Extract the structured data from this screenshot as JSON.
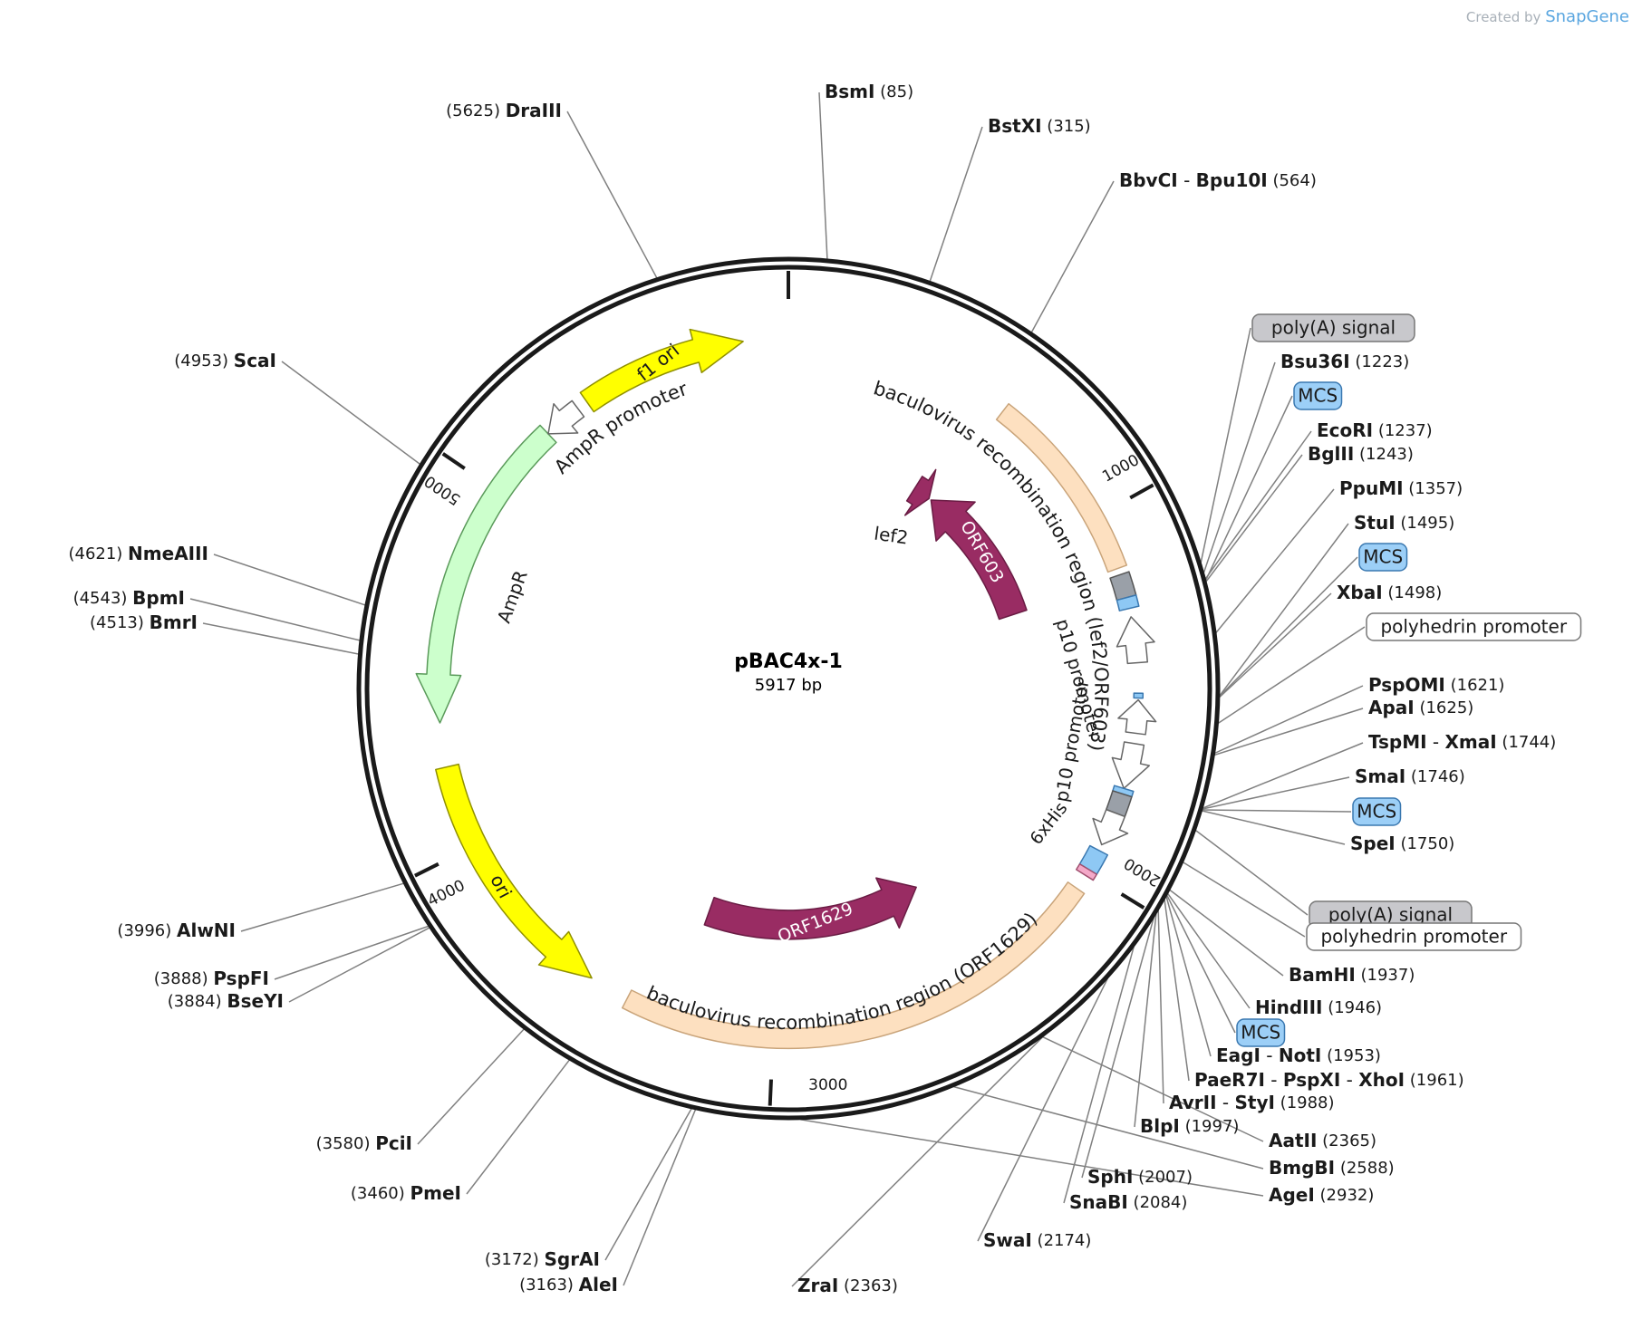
{
  "credit": {
    "prefix": "Created by",
    "brand": "SnapGene"
  },
  "plasmid": {
    "name": "pBAC4x-1",
    "size_label": "5917 bp",
    "length": 5917
  },
  "ticks": [
    {
      "pos": 1000,
      "label": "1000"
    },
    {
      "pos": 2000,
      "label": "2000"
    },
    {
      "pos": 3000,
      "label": "3000"
    },
    {
      "pos": 4000,
      "label": "4000"
    },
    {
      "pos": 5000,
      "label": "5000"
    }
  ],
  "features": [
    {
      "id": "bac-rec-1",
      "label": "baculovirus recombination region (lef2/ORF603)",
      "start": 620,
      "end": 1150,
      "ring": 0.822,
      "width": 22,
      "color": "#fde0c0",
      "stroke": "#c9a47a",
      "arrow": "none"
    },
    {
      "id": "orf603",
      "label": "ORF603",
      "start": 610,
      "end": 1180,
      "ring": 0.555,
      "width": 32,
      "color": "#992c63",
      "stroke": "#6a1c44",
      "arrow": "reverse"
    },
    {
      "id": "lef2",
      "label": "lef2",
      "start": 530,
      "end": 600,
      "ring": 0.555,
      "width": 32,
      "color": "#992c63",
      "stroke": "#6a1c44",
      "arrow": "forward"
    },
    {
      "id": "polyA-1",
      "label": "poly(A) signal",
      "start": 1168,
      "end": 1232,
      "ring": 0.822,
      "width": 22,
      "color": "#9aa0a8",
      "stroke": "#555",
      "arrow": "none"
    },
    {
      "id": "mcs-1",
      "label": "MCS",
      "start": 1232,
      "end": 1262,
      "ring": 0.822,
      "width": 22,
      "color": "#8ec8f4",
      "stroke": "#3a78b0",
      "arrow": "none"
    },
    {
      "id": "p10-1",
      "label": "p10 promoter",
      "start": 1285,
      "end": 1410,
      "ring": 0.822,
      "width": 22,
      "color": "#ffffff",
      "stroke": "#666",
      "arrow": "reverse"
    },
    {
      "id": "mcs-2",
      "label": "MCS",
      "start": 1492,
      "end": 1505,
      "ring": 0.822,
      "width": 10,
      "color": "#8ec8f4",
      "stroke": "#3a78b0",
      "arrow": "none"
    },
    {
      "id": "polh-1",
      "label": "polyhedrin promoter",
      "start": 1510,
      "end": 1600,
      "ring": 0.822,
      "width": 22,
      "color": "#ffffff",
      "stroke": "#666",
      "arrow": "reverse"
    },
    {
      "id": "p10-2",
      "label": "p10 promoter",
      "start": 1628,
      "end": 1752,
      "ring": 0.822,
      "width": 22,
      "color": "#ffffff",
      "stroke": "#666",
      "arrow": "forward"
    },
    {
      "id": "mcs-3",
      "label": "MCS",
      "start": 1752,
      "end": 1767,
      "ring": 0.822,
      "width": 22,
      "color": "#8ec8f4",
      "stroke": "#3a78b0",
      "arrow": "none"
    },
    {
      "id": "polyA-2",
      "label": "poly(A) signal",
      "start": 1767,
      "end": 1822,
      "ring": 0.822,
      "width": 22,
      "color": "#9aa0a8",
      "stroke": "#555",
      "arrow": "none"
    },
    {
      "id": "polh-2",
      "label": "polyhedrin promoter",
      "start": 1822,
      "end": 1915,
      "ring": 0.822,
      "width": 22,
      "color": "#ffffff",
      "stroke": "#666",
      "arrow": "forward"
    },
    {
      "id": "mcs-4",
      "label": "MCS",
      "start": 1932,
      "end": 1990,
      "ring": 0.822,
      "width": 22,
      "color": "#8ec8f4",
      "stroke": "#3a78b0",
      "arrow": "none"
    },
    {
      "id": "his",
      "label": "6xHis",
      "start": 1990,
      "end": 2008,
      "ring": 0.822,
      "width": 22,
      "color": "#f4a8c8",
      "stroke": "#a0506f",
      "arrow": "none"
    },
    {
      "id": "bac-rec-2",
      "label": "baculovirus recombination region (ORF1629)",
      "start": 2050,
      "end": 3410,
      "ring": 0.822,
      "width": 22,
      "color": "#fde0c0",
      "stroke": "#c9a47a",
      "arrow": "none"
    },
    {
      "id": "orf1629",
      "label": "ORF1629",
      "start": 2420,
      "end": 3280,
      "ring": 0.555,
      "width": 32,
      "color": "#992c63",
      "stroke": "#6a1c44",
      "arrow": "reverse"
    },
    {
      "id": "ori",
      "label": "ori",
      "start": 3520,
      "end": 4225,
      "ring": 0.822,
      "width": 26,
      "color": "#ffff00",
      "stroke": "#909000",
      "arrow": "reverse"
    },
    {
      "id": "ampr",
      "label": "AmpR",
      "start": 4345,
      "end": 5205,
      "ring": 0.822,
      "width": 26,
      "color": "#ccffcc",
      "stroke": "#5a9a5a",
      "arrow": "reverse"
    },
    {
      "id": "ampr-prom",
      "label": "AmpR promoter",
      "start": 5205,
      "end": 5310,
      "ring": 0.822,
      "width": 22,
      "color": "#ffffff",
      "stroke": "#666",
      "arrow": "reverse"
    },
    {
      "id": "f1ori",
      "label": "f1 ori",
      "start": 5340,
      "end": 5795,
      "ring": 0.822,
      "width": 26,
      "color": "#ffff00",
      "stroke": "#909000",
      "arrow": "forward"
    }
  ],
  "sites": [
    {
      "id": "s-bsmi",
      "pos": 85,
      "names": [
        "BsmI"
      ],
      "coord": "(85)",
      "side": "R"
    },
    {
      "id": "s-bstxi",
      "pos": 315,
      "names": [
        "BstXI"
      ],
      "coord": "(315)",
      "side": "R"
    },
    {
      "id": "s-bbvci",
      "pos": 564,
      "names": [
        "BbvCI",
        "Bpu10I"
      ],
      "coord": "(564)",
      "side": "R"
    },
    {
      "id": "f-polya-1",
      "pos": 1200,
      "feature": "poly(A) signal",
      "fill": "#c8c8cc",
      "stroke": "#777",
      "side": "R"
    },
    {
      "id": "s-bsu36i",
      "pos": 1223,
      "names": [
        "Bsu36I"
      ],
      "coord": "(1223)",
      "side": "R"
    },
    {
      "id": "f-mcs-1",
      "pos": 1240,
      "feature": "MCS",
      "fill": "#9ccff7",
      "stroke": "#3a78b0",
      "side": "R"
    },
    {
      "id": "s-ecori",
      "pos": 1237,
      "names": [
        "EcoRI"
      ],
      "coord": "(1237)",
      "side": "R"
    },
    {
      "id": "s-bglii",
      "pos": 1243,
      "names": [
        "BglII"
      ],
      "coord": "(1243)",
      "side": "R"
    },
    {
      "id": "s-ppumi",
      "pos": 1357,
      "names": [
        "PpuMI"
      ],
      "coord": "(1357)",
      "side": "R"
    },
    {
      "id": "s-stui",
      "pos": 1495,
      "names": [
        "StuI"
      ],
      "coord": "(1495)",
      "side": "R"
    },
    {
      "id": "f-mcs-2",
      "pos": 1496,
      "feature": "MCS",
      "fill": "#9ccff7",
      "stroke": "#3a78b0",
      "side": "R"
    },
    {
      "id": "s-xbai",
      "pos": 1498,
      "names": [
        "XbaI"
      ],
      "coord": "(1498)",
      "side": "R"
    },
    {
      "id": "f-polh-1",
      "pos": 1555,
      "feature": "polyhedrin promoter",
      "fill": "#ffffff",
      "stroke": "#777",
      "side": "R"
    },
    {
      "id": "s-pspomi",
      "pos": 1621,
      "names": [
        "PspOMI"
      ],
      "coord": "(1621)",
      "side": "R"
    },
    {
      "id": "s-apai",
      "pos": 1625,
      "names": [
        "ApaI"
      ],
      "coord": "(1625)",
      "side": "R"
    },
    {
      "id": "s-tspmi",
      "pos": 1744,
      "names": [
        "TspMI",
        "XmaI"
      ],
      "coord": "(1744)",
      "side": "R"
    },
    {
      "id": "s-smai",
      "pos": 1746,
      "names": [
        "SmaI"
      ],
      "coord": "(1746)",
      "side": "R"
    },
    {
      "id": "f-mcs-3",
      "pos": 1748,
      "feature": "MCS",
      "fill": "#9ccff7",
      "stroke": "#3a78b0",
      "side": "R"
    },
    {
      "id": "s-spei",
      "pos": 1750,
      "names": [
        "SpeI"
      ],
      "coord": "(1750)",
      "side": "R"
    },
    {
      "id": "f-polya-2",
      "pos": 1795,
      "feature": "poly(A) signal",
      "fill": "#c8c8cc",
      "stroke": "#777",
      "side": "R"
    },
    {
      "id": "f-polh-2",
      "pos": 1870,
      "feature": "polyhedrin promoter",
      "fill": "#ffffff",
      "stroke": "#777",
      "side": "R"
    },
    {
      "id": "s-bamhi",
      "pos": 1937,
      "names": [
        "BamHI"
      ],
      "coord": "(1937)",
      "side": "R"
    },
    {
      "id": "s-hindiii",
      "pos": 1946,
      "names": [
        "HindIII"
      ],
      "coord": "(1946)",
      "side": "R"
    },
    {
      "id": "f-mcs-4",
      "pos": 1950,
      "feature": "MCS",
      "fill": "#9ccff7",
      "stroke": "#3a78b0",
      "side": "R"
    },
    {
      "id": "s-eagi",
      "pos": 1953,
      "names": [
        "EagI",
        "NotI"
      ],
      "coord": "(1953)",
      "side": "R"
    },
    {
      "id": "s-paer7i",
      "pos": 1961,
      "names": [
        "PaeR7I",
        "PspXI",
        "XhoI"
      ],
      "coord": "(1961)",
      "side": "R"
    },
    {
      "id": "s-avrii",
      "pos": 1988,
      "names": [
        "AvrII",
        "StyI"
      ],
      "coord": "(1988)",
      "side": "R"
    },
    {
      "id": "s-blpi",
      "pos": 1997,
      "names": [
        "BlpI"
      ],
      "coord": "(1997)",
      "side": "R"
    },
    {
      "id": "s-sphi",
      "pos": 2007,
      "names": [
        "SphI"
      ],
      "coord": "(2007)",
      "side": "R"
    },
    {
      "id": "s-snabi",
      "pos": 2084,
      "names": [
        "SnaBI"
      ],
      "coord": "(2084)",
      "side": "R"
    },
    {
      "id": "s-swai",
      "pos": 2174,
      "names": [
        "SwaI"
      ],
      "coord": "(2174)",
      "side": "R"
    },
    {
      "id": "s-zrai",
      "pos": 2363,
      "names": [
        "ZraI"
      ],
      "coord": "(2363)",
      "side": "R"
    },
    {
      "id": "s-aatii",
      "pos": 2365,
      "names": [
        "AatII"
      ],
      "coord": "(2365)",
      "side": "R"
    },
    {
      "id": "s-bmgbi",
      "pos": 2588,
      "names": [
        "BmgBI"
      ],
      "coord": "(2588)",
      "side": "R"
    },
    {
      "id": "s-agei",
      "pos": 2932,
      "names": [
        "AgeI"
      ],
      "coord": "(2932)",
      "side": "R"
    },
    {
      "id": "s-alei",
      "pos": 3163,
      "names": [
        "AleI"
      ],
      "coord": "(3163)",
      "side": "L"
    },
    {
      "id": "s-sgrai",
      "pos": 3172,
      "names": [
        "SgrAI"
      ],
      "coord": "(3172)",
      "side": "L"
    },
    {
      "id": "s-pmei",
      "pos": 3460,
      "names": [
        "PmeI"
      ],
      "coord": "(3460)",
      "side": "L"
    },
    {
      "id": "s-pcii",
      "pos": 3580,
      "names": [
        "PciI"
      ],
      "coord": "(3580)",
      "side": "L"
    },
    {
      "id": "s-bseyi",
      "pos": 3884,
      "names": [
        "BseYI"
      ],
      "coord": "(3884)",
      "side": "L"
    },
    {
      "id": "s-pspfi",
      "pos": 3888,
      "names": [
        "PspFI"
      ],
      "coord": "(3888)",
      "side": "L"
    },
    {
      "id": "s-alwni",
      "pos": 3996,
      "names": [
        "AlwNI"
      ],
      "coord": "(3996)",
      "side": "L"
    },
    {
      "id": "s-bmri",
      "pos": 4513,
      "names": [
        "BmrI"
      ],
      "coord": "(4513)",
      "side": "L"
    },
    {
      "id": "s-bpmi",
      "pos": 4543,
      "names": [
        "BpmI"
      ],
      "coord": "(4543)",
      "side": "L"
    },
    {
      "id": "s-nmeaiii",
      "pos": 4621,
      "names": [
        "NmeAIII"
      ],
      "coord": "(4621)",
      "side": "L"
    },
    {
      "id": "s-scai",
      "pos": 4953,
      "names": [
        "ScaI"
      ],
      "coord": "(4953)",
      "side": "L"
    },
    {
      "id": "s-draiii",
      "pos": 5625,
      "names": [
        "DraIII"
      ],
      "coord": "(5625)",
      "side": "L"
    }
  ]
}
